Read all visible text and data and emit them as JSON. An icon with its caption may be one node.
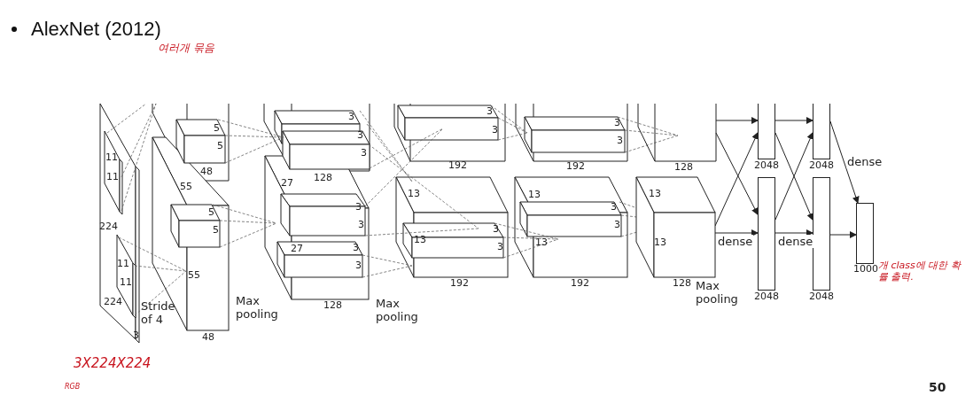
{
  "diagram": {
    "title": "AlexNet (2012)",
    "nodes": [
      {
        "text": [],
        "shape": "box",
        "beside": [
          "128"
        ]
      },
      {
        "text": [
          "13",
          "13"
        ],
        "beside": [
          "128"
        ]
      },
      {
        "text": [],
        "shape": "bar",
        "beside": [
          "2048"
        ]
      },
      {
        "text": [],
        "shape": "bar",
        "beside": [
          "2048"
        ]
      },
      {
        "text": [],
        "shape": "bar",
        "beside": [
          "2048"
        ]
      },
      {
        "text": [],
        "shape": "bar",
        "beside": [
          "2048"
        ]
      },
      {
        "text": [],
        "shape": "bar",
        "beside": [
          "1000"
        ]
      }
    ],
    "edges": [
      {
        "from": 0,
        "to": 2,
        "arrow": "to"
      },
      {
        "from": 0,
        "to": 3,
        "arrow": "to"
      },
      {
        "from": 1,
        "to": 2,
        "arrow": "to"
      },
      {
        "from": 1,
        "to": 3,
        "arrow": "to",
        "label": "dense"
      },
      {
        "from": 2,
        "to": 4,
        "arrow": "to"
      },
      {
        "from": 2,
        "to": 5,
        "arrow": "to"
      },
      {
        "from": 3,
        "to": 4,
        "arrow": "to"
      },
      {
        "from": 3,
        "to": 5,
        "arrow": "to",
        "label": "dense"
      },
      {
        "from": 4,
        "to": 6,
        "arrow": "to",
        "label": "dense"
      },
      {
        "from": 5,
        "to": 6,
        "arrow": "to"
      }
    ],
    "labels": [
      "여러개 묶음",
      "11",
      "11",
      "224",
      "11",
      "11",
      "224",
      "Stride of 4",
      "3",
      "5",
      "5",
      "48",
      "55",
      "5",
      "5",
      "55",
      "48",
      "Max pooling",
      "3",
      "3",
      "3",
      "27",
      "128",
      "3",
      "3",
      "27",
      "3",
      "3",
      "128",
      "Max pooling",
      "3",
      "3",
      "192",
      "13",
      "3",
      "13",
      "3",
      "192",
      "3",
      "3",
      "192",
      "13",
      "3",
      "3",
      "13",
      "192",
      "Max pooling",
      "개 class에 대한 확률 출력.",
      "3X224X224",
      "RGB",
      "50"
    ]
  }
}
